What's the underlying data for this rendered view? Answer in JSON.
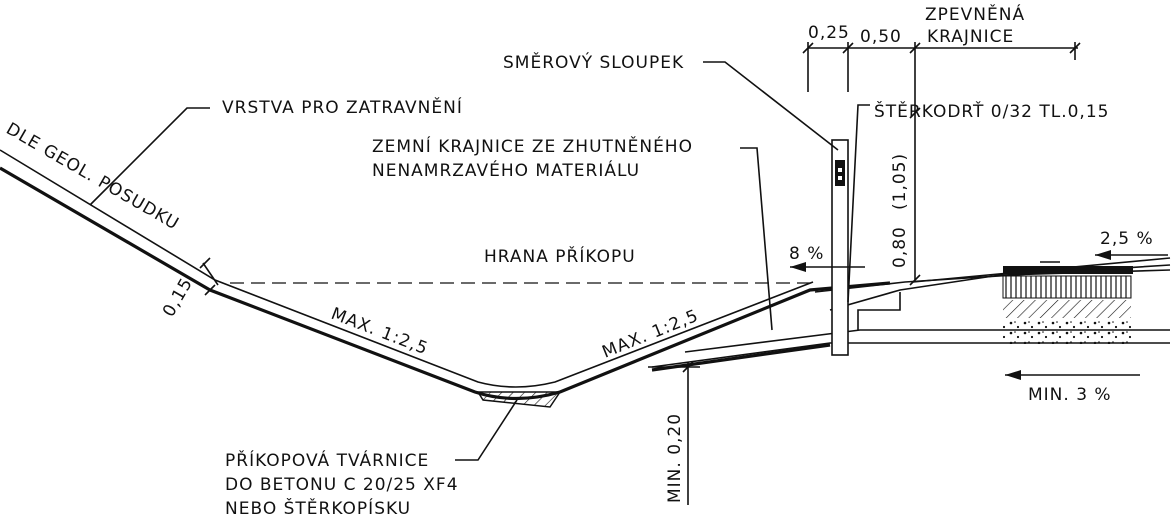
{
  "labels": {
    "dle_geol": "DLE GEOL. POSUDKU",
    "vrstva": "VRSTVA PRO ZATRAVNĚNÍ",
    "zemni_1": "ZEMNÍ KRAJNICE ZE ZHUTNĚNÉHO",
    "zemni_2": "NENAMRZAVÉHO MATERIÁLU",
    "smerovy": "SMĚROVÝ SLOUPEK",
    "sterkodrt": "ŠTĚRKODRŤ 0/32 TL.0,15",
    "zpevnena_1": "ZPEVNĚNÁ",
    "zpevnena_2": "KRAJNICE",
    "dim_025": "0,25",
    "dim_050": "0,50",
    "dim_080": "0,80",
    "dim_105": "(1,05)",
    "dim_015": "0,15",
    "hrana": "HRANA PŘÍKOPU",
    "slope_8": "8 %",
    "slope_25": "2,5 %",
    "max_left": "MAX. 1:2,5",
    "max_right": "MAX. 1:2,5",
    "min_020": "MIN. 0,20",
    "min_3": "MIN. 3 %",
    "prikopova_1": "PŘÍKOPOVÁ TVÁRNICE",
    "prikopova_2": "DO BETONU C 20/25 XF4",
    "prikopova_3": "NEBO ŠTĚRKOPÍSKU"
  }
}
